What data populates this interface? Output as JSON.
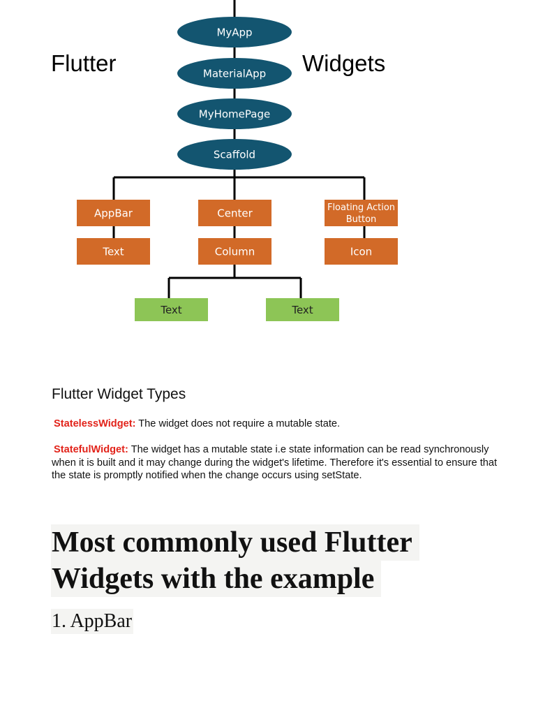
{
  "heading": {
    "left_word": "Flutter",
    "right_word": "Widgets"
  },
  "tree": {
    "colors": {
      "ellipse": "#135570",
      "orange": "#d26a28",
      "green": "#8dc556",
      "line": "#000000",
      "node_text": "#ffffff",
      "green_text": "#222222"
    },
    "nodes": [
      {
        "id": "myapp",
        "label": "MyApp",
        "kind": "ellipse"
      },
      {
        "id": "materialapp",
        "label": "MaterialApp",
        "kind": "ellipse"
      },
      {
        "id": "myhomepage",
        "label": "MyHomePage",
        "kind": "ellipse"
      },
      {
        "id": "scaffold",
        "label": "Scaffold",
        "kind": "ellipse"
      },
      {
        "id": "appbar",
        "label": "AppBar",
        "kind": "orange"
      },
      {
        "id": "center",
        "label": "Center",
        "kind": "orange"
      },
      {
        "id": "fab",
        "label": "Floating Action\nButton",
        "kind": "orange"
      },
      {
        "id": "appbar-text",
        "label": "Text",
        "kind": "orange"
      },
      {
        "id": "column",
        "label": "Column",
        "kind": "orange"
      },
      {
        "id": "icon",
        "label": "Icon",
        "kind": "orange"
      },
      {
        "id": "column-text-1",
        "label": "Text",
        "kind": "green"
      },
      {
        "id": "column-text-2",
        "label": "Text",
        "kind": "green"
      }
    ]
  },
  "types": {
    "title": "Flutter Widget Types",
    "stateless": {
      "term": "StatelessWidget:",
      "desc": "The widget does not require a mutable state."
    },
    "stateful": {
      "term": "StatefulWidget:",
      "desc": "The widget has a mutable state i.e state information can be read synchronously when it is built and it may change during the widget's lifetime. Therefore it's essential to ensure that the state is promptly notified when the change occurs using setState."
    }
  },
  "article": {
    "headline_line1": "Most commonly used Flutter",
    "headline_line2": "Widgets with the example",
    "first_item": "1. AppBar"
  }
}
